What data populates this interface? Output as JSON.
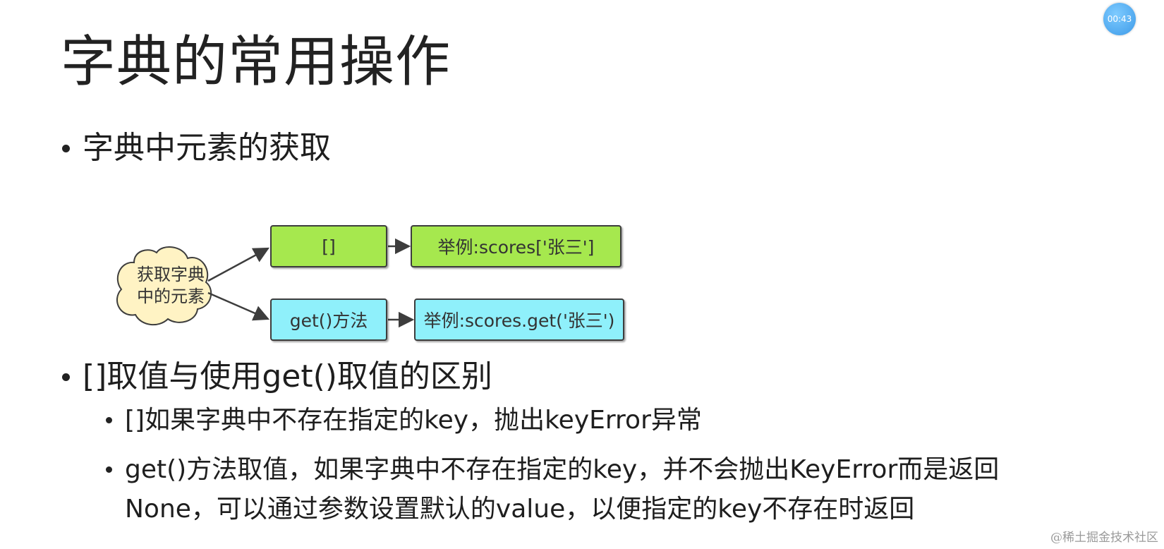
{
  "slide": {
    "title": "字典的常用操作",
    "bullet1": "字典中元素的获取",
    "bullet2": "[]取值与使用get()取值的区别",
    "sub1": "[]如果字典中不存在指定的key，抛出keyError异常",
    "sub2": "get()方法取值，如果字典中不存在指定的key，并不会抛出KeyError而是返回None，可以通过参数设置默认的value，以便指定的key不存在时返回"
  },
  "diagram": {
    "cloud_line1": "获取字典",
    "cloud_line2": "中的元素",
    "box_bracket": "[]",
    "box_bracket_example": "举例:scores['张三']",
    "box_get": "get()方法",
    "box_get_example": "举例:scores.get('张三')",
    "colors": {
      "green_box": "#a6e84e",
      "cyan_box": "#8ff0fb",
      "cloud": "#fff3c4"
    }
  },
  "overlay": {
    "timer": "00:43",
    "watermark": "@稀土掘金技术社区"
  }
}
